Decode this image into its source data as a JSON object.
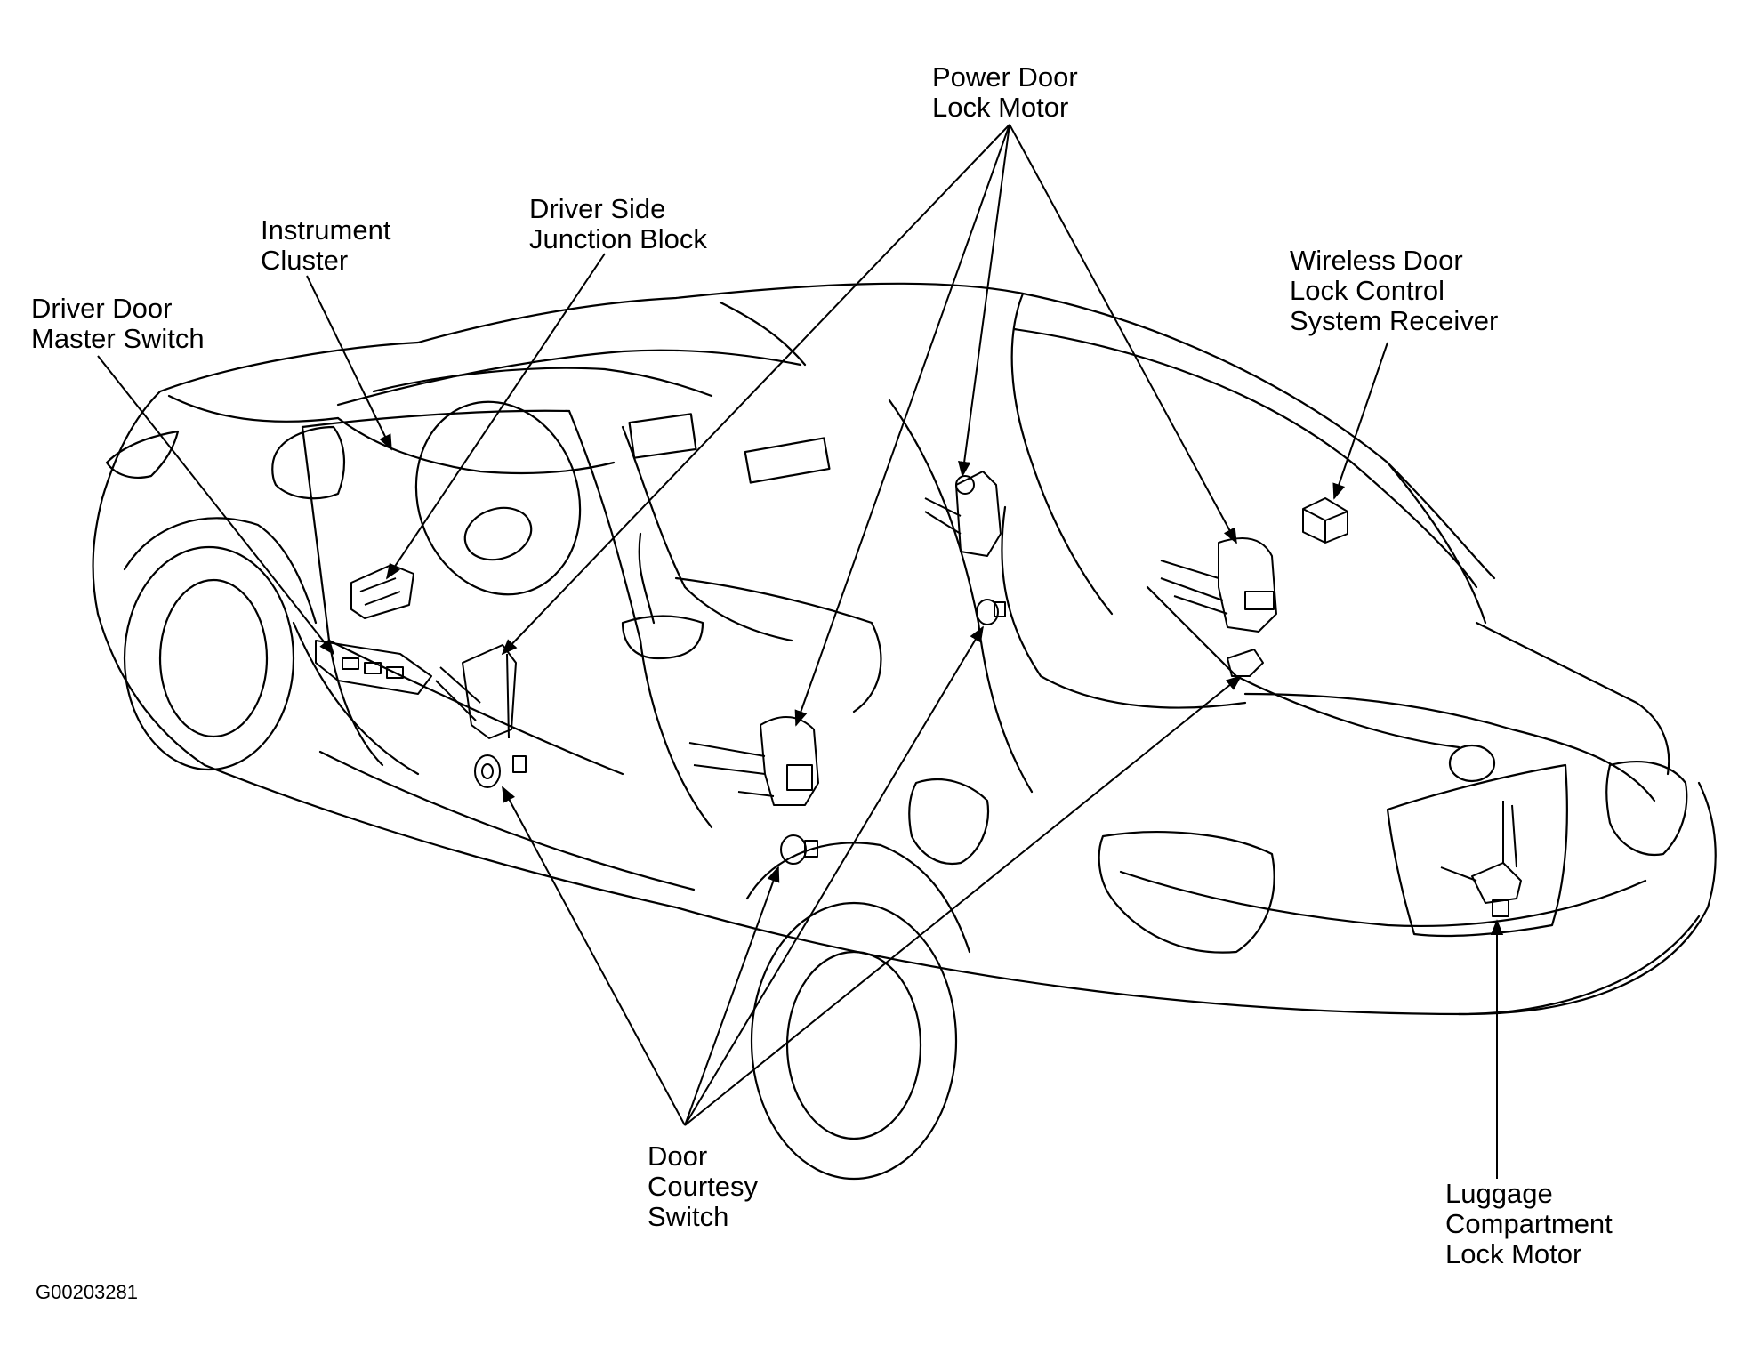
{
  "labels": {
    "instrument_cluster": [
      "Instrument",
      "Cluster"
    ],
    "driver_side_junction_block": [
      "Driver Side",
      "Junction Block"
    ],
    "driver_door_master_switch": [
      "Driver Door",
      "Master Switch"
    ],
    "power_door_lock_motor": [
      "Power Door",
      "Lock Motor"
    ],
    "wireless_receiver": [
      "Wireless Door",
      "Lock Control",
      "System Receiver"
    ],
    "door_courtesy_switch": [
      "Door",
      "Courtesy",
      "Switch"
    ],
    "luggage_compartment_lock_motor": [
      "Luggage",
      "Compartment",
      "Lock Motor"
    ]
  },
  "figure_id": "G00203281",
  "colors": {
    "line": "#000000",
    "background": "#ffffff"
  }
}
